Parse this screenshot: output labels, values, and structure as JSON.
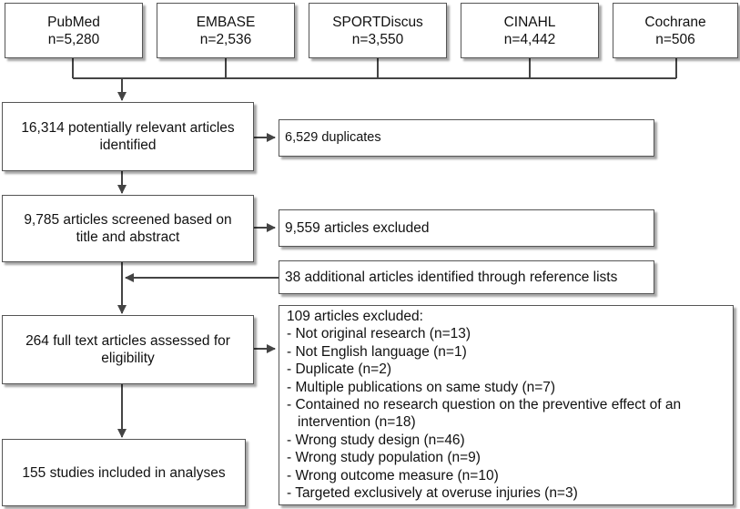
{
  "sources": [
    {
      "name": "PubMed",
      "count": "n=5,280"
    },
    {
      "name": "EMBASE",
      "count": "n=2,536"
    },
    {
      "name": "SPORTDiscus",
      "count": "n=3,550"
    },
    {
      "name": "CINAHL",
      "count": "n=4,442"
    },
    {
      "name": "Cochrane",
      "count": "n=506"
    }
  ],
  "identified": {
    "line1": "16,314 potentially relevant articles",
    "line2": "identified"
  },
  "duplicates": "6,529 duplicates",
  "screened": {
    "line1": "9,785 articles screened based on",
    "line2": "title and abstract"
  },
  "excluded_screen": "9,559 articles excluded",
  "additional": "38 additional articles identified through reference lists",
  "fulltext": {
    "line1": "264 full text articles assessed for",
    "line2": "eligibility"
  },
  "included": "155 studies included in analyses",
  "exclusions": {
    "header": "109 articles excluded:",
    "items": [
      "- Not original research (n=13)",
      "- Not English language (n=1)",
      "- Duplicate (n=2)",
      "- Multiple publications on same study (n=7)",
      "- Contained no research question on the preventive effect of an",
      "intervention (n=18)",
      "- Wrong study design (n=46)",
      "- Wrong study population (n=9)",
      "- Wrong outcome measure (n=10)",
      "- Targeted exclusively at overuse injuries (n=3)"
    ]
  }
}
